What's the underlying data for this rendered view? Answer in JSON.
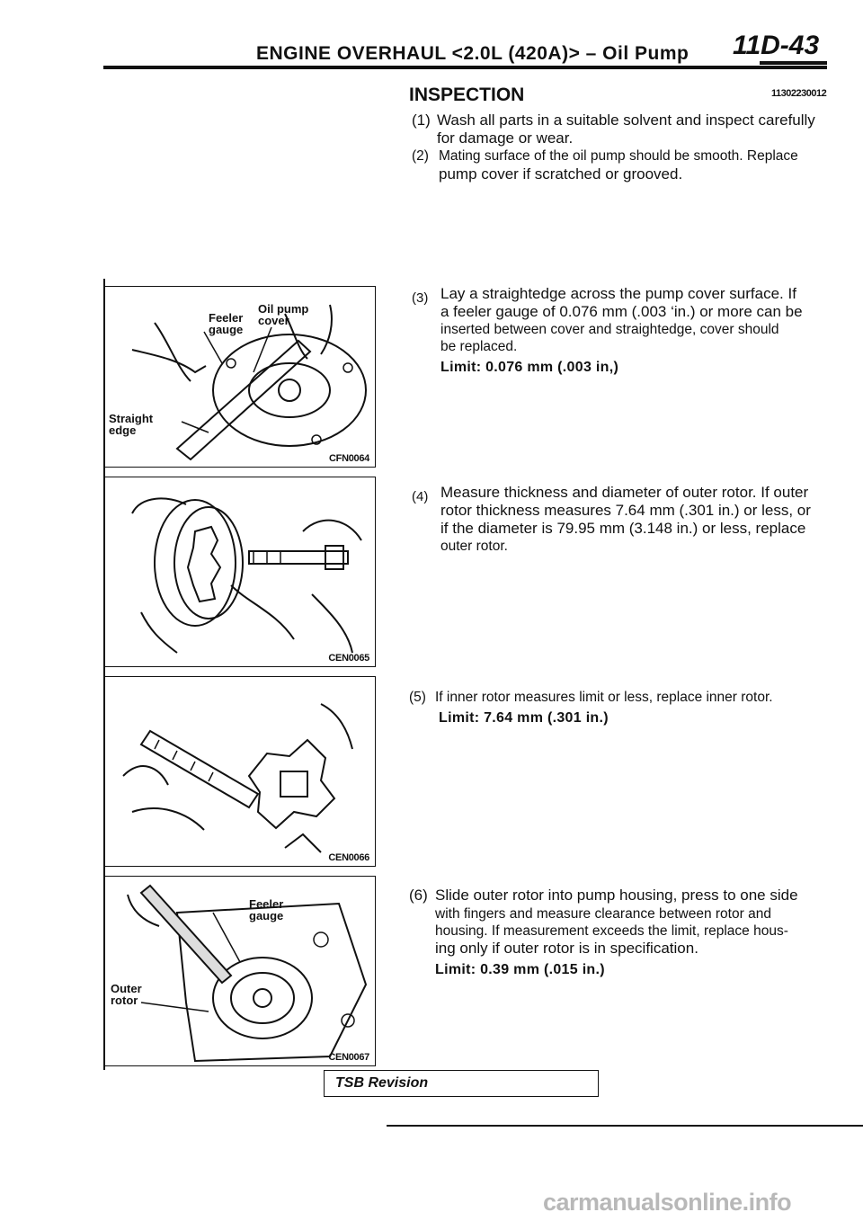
{
  "header": {
    "title": "ENGINE OVERHAUL <2.0L (420A)> – Oil Pump",
    "page": "11D-43"
  },
  "section": {
    "title": "INSPECTION",
    "code": "11302230012"
  },
  "steps": {
    "s1_num": "(1)",
    "s1_l1": "Wash all parts in a suitable solvent and inspect carefully",
    "s1_l2": "for damage or wear.",
    "s2_num": "(2)",
    "s2_l1": "Mating surface of the oil pump should be smooth. Replace",
    "s2_l2": "pump cover if scratched or grooved.",
    "s3_num": "(3)",
    "s3_l1": "Lay a straightedge across the pump cover surface. If",
    "s3_l2": "a feeler gauge of 0.076 mm (.003 ‘in.) or more can be",
    "s3_l3": "inserted between cover and straightedge, cover should",
    "s3_l4": "be replaced.",
    "s3_limit": "Limit: 0.076 mm (.003 in,)",
    "s4_num": "(4)",
    "s4_l1": "Measure thickness and diameter of outer rotor. If outer",
    "s4_l2": "rotor thickness measures 7.64 mm (.301 in.) or less, or",
    "s4_l3": "if the diameter is 79.95 mm (3.148 in.) or less, replace",
    "s4_l4": "outer rotor.",
    "s5_num": "(5)",
    "s5_l1": "If inner rotor measures limit or less, replace inner rotor.",
    "s5_limit": "Limit: 7.64 mm (.301 in.)",
    "s6_num": "(6)",
    "s6_l1": "Slide outer rotor into pump housing, press to one side",
    "s6_l2": "with fingers and measure clearance between rotor and",
    "s6_l3": "housing. If measurement exceeds the limit, replace hous-",
    "s6_l4": "ing only if outer rotor is in specification.",
    "s6_limit": "Limit: 0.39 mm (.015 in.)"
  },
  "figures": {
    "fig1": {
      "code": "CFN0064",
      "label_feeler": "Feeler\ngauge",
      "label_cover": "Oil pump\ncover",
      "label_edge": "Straight\nedge"
    },
    "fig2": {
      "code": "CEN0065"
    },
    "fig3": {
      "code": "CEN0066"
    },
    "fig4": {
      "code": "CEN0067",
      "label_feeler": "Feeler\ngauge",
      "label_rotor": "Outer\nrotor"
    }
  },
  "footer": {
    "tsb": "TSB Revision",
    "watermark": "carmanualsonline.info"
  }
}
